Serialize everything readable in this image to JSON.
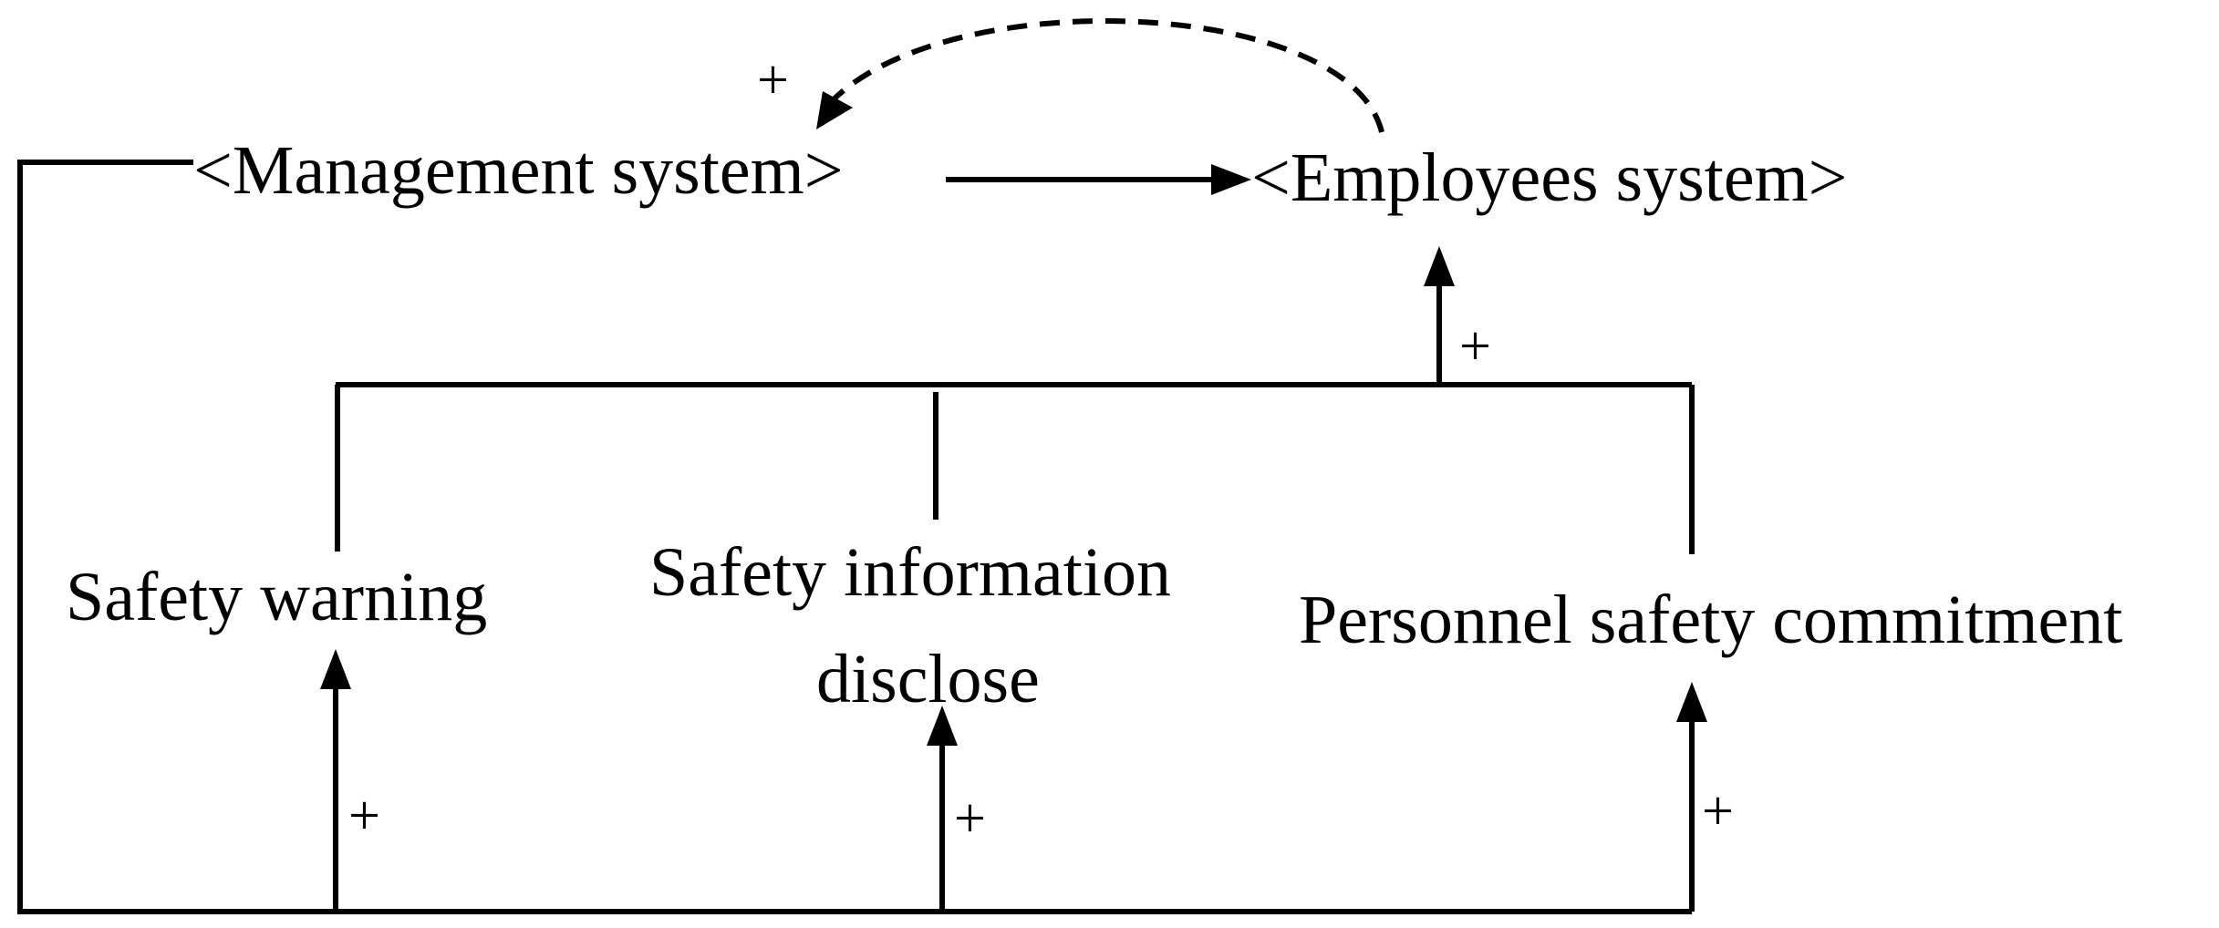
{
  "nodes": {
    "management_system": "<Management system>",
    "employees_system": "<Employees system>",
    "safety_warning": "Safety warning",
    "safety_information_line1": "Safety information",
    "safety_information_line2": "disclose",
    "personnel_safety_commitment": "Personnel safety commitment"
  },
  "links": {
    "employees_to_management": {
      "polarity": "+",
      "style": "dashed"
    },
    "management_to_employees": {
      "polarity": "",
      "style": "solid"
    },
    "practices_to_employees": {
      "polarity": "+",
      "style": "solid"
    },
    "management_to_safety_warning": {
      "polarity": "+",
      "style": "solid"
    },
    "management_to_safety_information": {
      "polarity": "+",
      "style": "solid"
    },
    "management_to_personnel_commitment": {
      "polarity": "+",
      "style": "solid"
    }
  },
  "colors": {
    "ink": "#000000",
    "background": "#ffffff"
  }
}
